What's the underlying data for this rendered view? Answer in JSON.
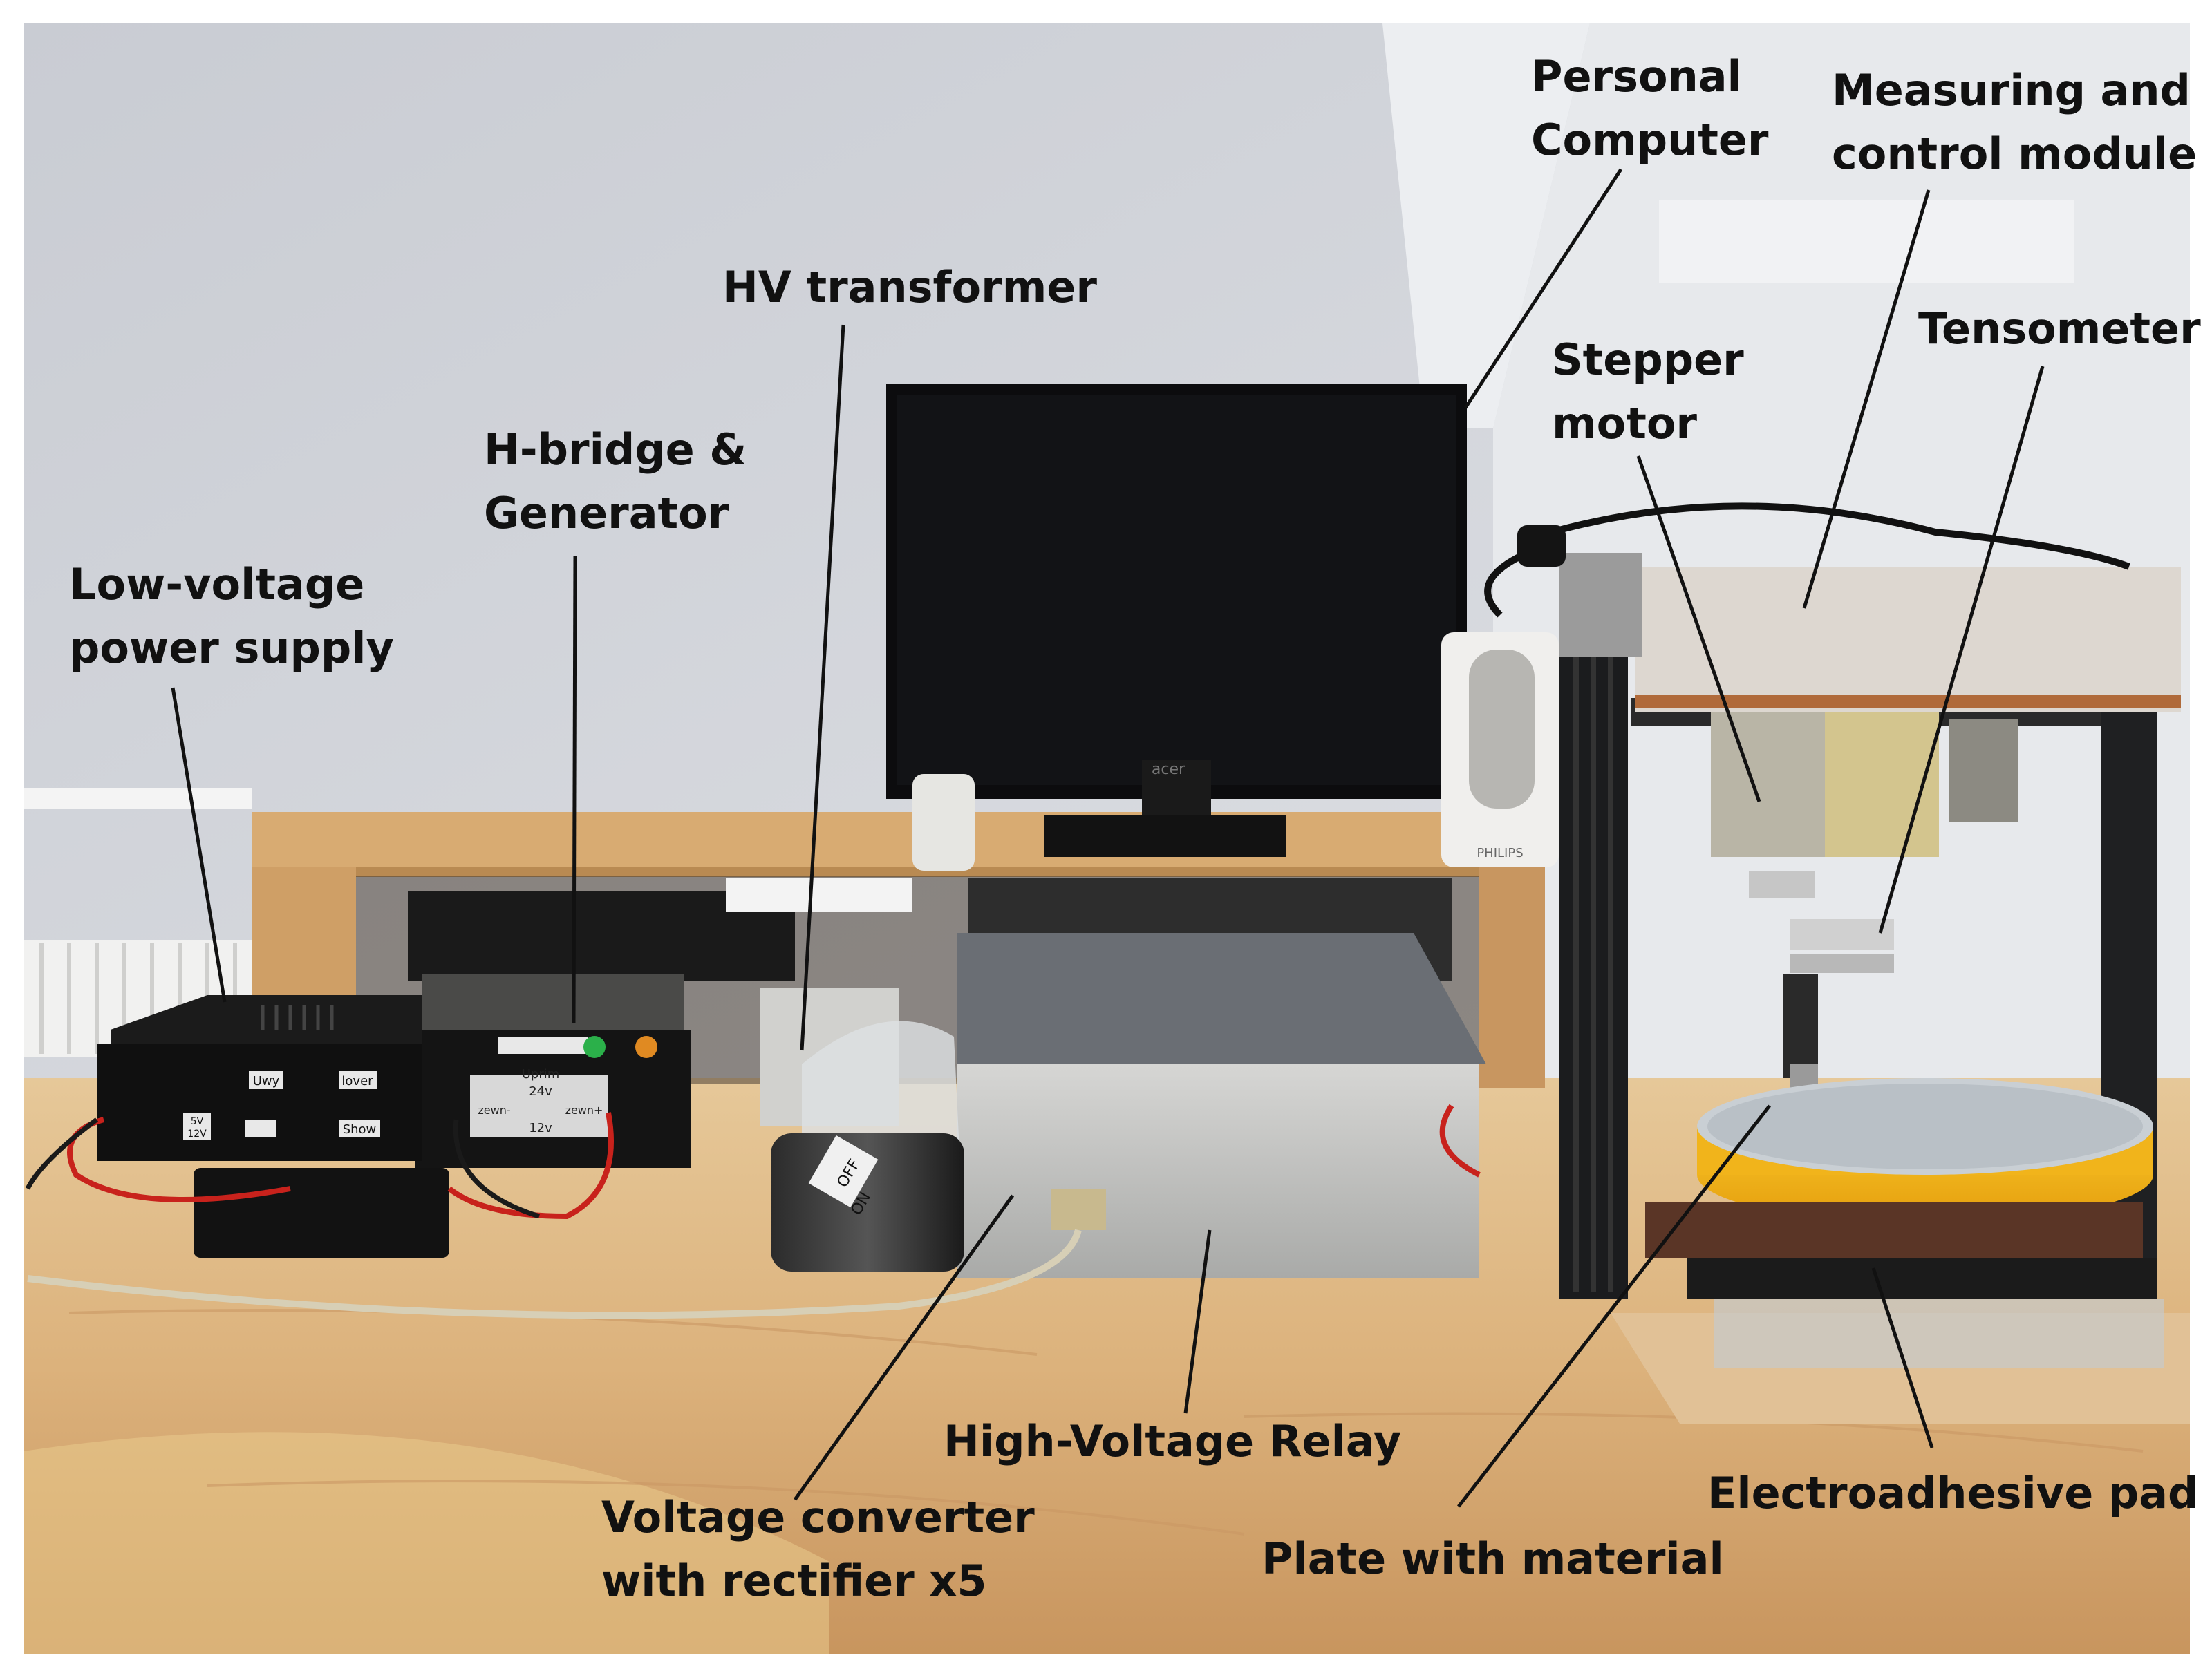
{
  "labels": {
    "personal_computer": [
      "Personal",
      "Computer"
    ],
    "measuring_module": [
      "Measuring and",
      "control module"
    ],
    "tensometer": [
      "Tensometer"
    ],
    "stepper_motor": [
      "Stepper",
      "motor"
    ],
    "hv_transformer": [
      "HV transformer"
    ],
    "h_bridge": [
      "H-bridge &",
      "Generator"
    ],
    "lv_supply": [
      "Low-voltage",
      "power supply"
    ],
    "hv_relay": [
      "High-Voltage Relay"
    ],
    "voltage_converter": [
      "Voltage converter",
      "with rectifier x5"
    ],
    "plate": [
      "Plate with material"
    ],
    "pad": [
      "Electroadhesive pad"
    ]
  },
  "device_text": {
    "monitor_brand": "acer",
    "speaker_brand": "PHILIPS",
    "psu_label_1": "Uwy",
    "psu_label_2": "lover",
    "psu_label_3": "Show",
    "psu_label_4": "5V",
    "psu_label_5": "12V",
    "gen_label_1": "Uprim",
    "gen_label_2": "24v",
    "gen_label_3": "zewn-",
    "gen_label_4": "zewn+",
    "gen_label_5": "12v",
    "switch_off": "OFF",
    "switch_on": "ON"
  },
  "colors": {
    "wall": "#d5d8de",
    "desk": "#ddb98a",
    "shelf": "#d8ab72",
    "pad_yellow": "#f2b41a",
    "monitor": "#0c0c0e"
  }
}
